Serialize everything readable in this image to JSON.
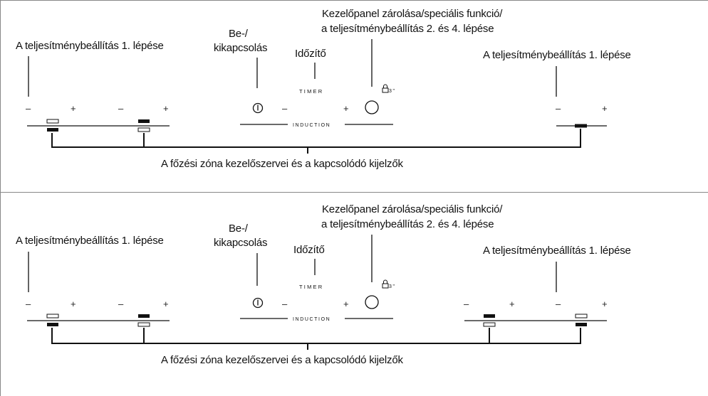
{
  "colors": {
    "line": "#111111",
    "frame": "#888888",
    "background": "#ffffff"
  },
  "panels": [
    {
      "labels": {
        "power_left": "A teljesítménybeállítás 1. lépése",
        "power_right": "A teljesítménybeállítás 1. lépése",
        "onoff_1": "Be-/",
        "onoff_2": "kikapcsolás",
        "timer": "Időzítő",
        "lock_1": "Kezelőpanel zárolása/speciális funkció/",
        "lock_2": "a teljesítménybeállítás 2. és 4. lépése",
        "zones": "A főzési zóna kezelőszervei és a kapcsolódó kijelzők"
      },
      "panel_text": {
        "timer": "TIMER",
        "induction": "INDUCTION",
        "lock_badge": "3\""
      },
      "right_zones": 1
    },
    {
      "labels": {
        "power_left": "A teljesítménybeállítás 1. lépése",
        "power_right": "A teljesítménybeállítás 1. lépése",
        "onoff_1": "Be-/",
        "onoff_2": "kikapcsolás",
        "timer": "Időzítő",
        "lock_1": "Kezelőpanel zárolása/speciális funkció/",
        "lock_2": "a teljesítménybeállítás 2. és 4. lépése",
        "zones": "A főzési zóna kezelőszervei és a kapcsolódó kijelzők"
      },
      "panel_text": {
        "timer": "TIMER",
        "induction": "INDUCTION",
        "lock_badge": "3\""
      },
      "right_zones": 2
    }
  ],
  "symbols": {
    "minus": "–",
    "plus": "+"
  },
  "icons": [
    "power-icon",
    "lock-button-icon",
    "padlock-icon"
  ]
}
